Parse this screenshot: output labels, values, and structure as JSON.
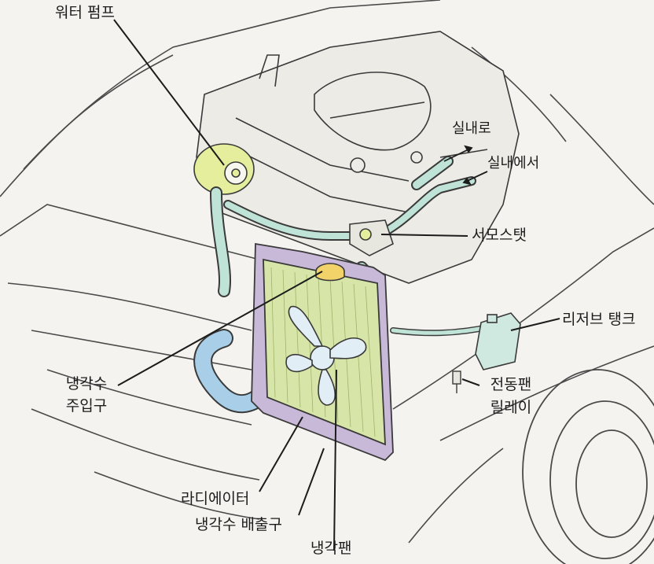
{
  "labels": {
    "water_pump": "워터 펌프",
    "to_cabin": "실내로",
    "from_cabin": "실내에서",
    "thermostat": "서모스탯",
    "reserve_tank": "리저브 탱크",
    "fan_relay_line1": "전동팬",
    "fan_relay_line2": "릴레이",
    "coolant_inlet_line1": "냉각수",
    "coolant_inlet_line2": "주입구",
    "radiator_drain_line1": "라디에이터",
    "radiator_drain_line2": "냉각수 배출구",
    "cooling_fan": "냉각팬"
  },
  "colors": {
    "outline": "#3a3a3a",
    "radiator_fill": "#d7e6a8",
    "radiator_frame": "#c9b9d8",
    "hose": "#bfe3d6",
    "hose_dark": "#8fc9b9",
    "pump": "#e4ee9c",
    "cap": "#f2d36a",
    "tank": "#cfe9e1",
    "fan": "#e2eef5",
    "lower_hose": "#a9cfe8"
  }
}
